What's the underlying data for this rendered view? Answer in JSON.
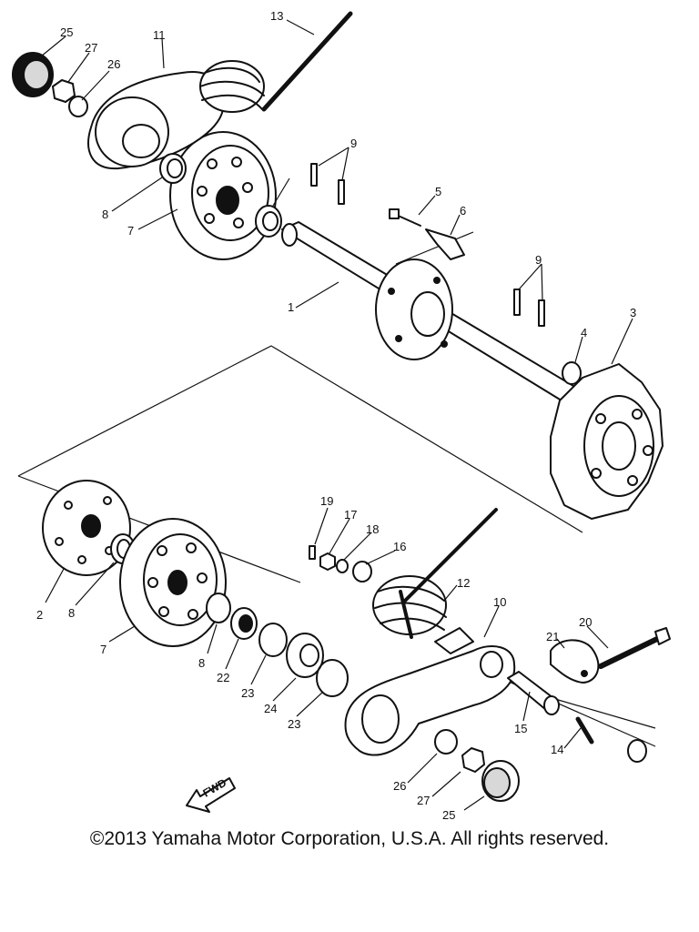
{
  "labels": [
    "25",
    "27",
    "26",
    "11",
    "13",
    "9",
    "8",
    "7",
    "5",
    "6",
    "1",
    "9",
    "3",
    "4",
    "19",
    "17",
    "18",
    "16",
    "12",
    "10",
    "2",
    "8",
    "7",
    "8",
    "22",
    "23",
    "24",
    "23",
    "20",
    "21",
    "15",
    "14",
    "26",
    "27",
    "25"
  ],
  "fwd_text": "FWD",
  "copyright": "©2013 Yamaha Motor Corporation, U.S.A. All rights reserved."
}
